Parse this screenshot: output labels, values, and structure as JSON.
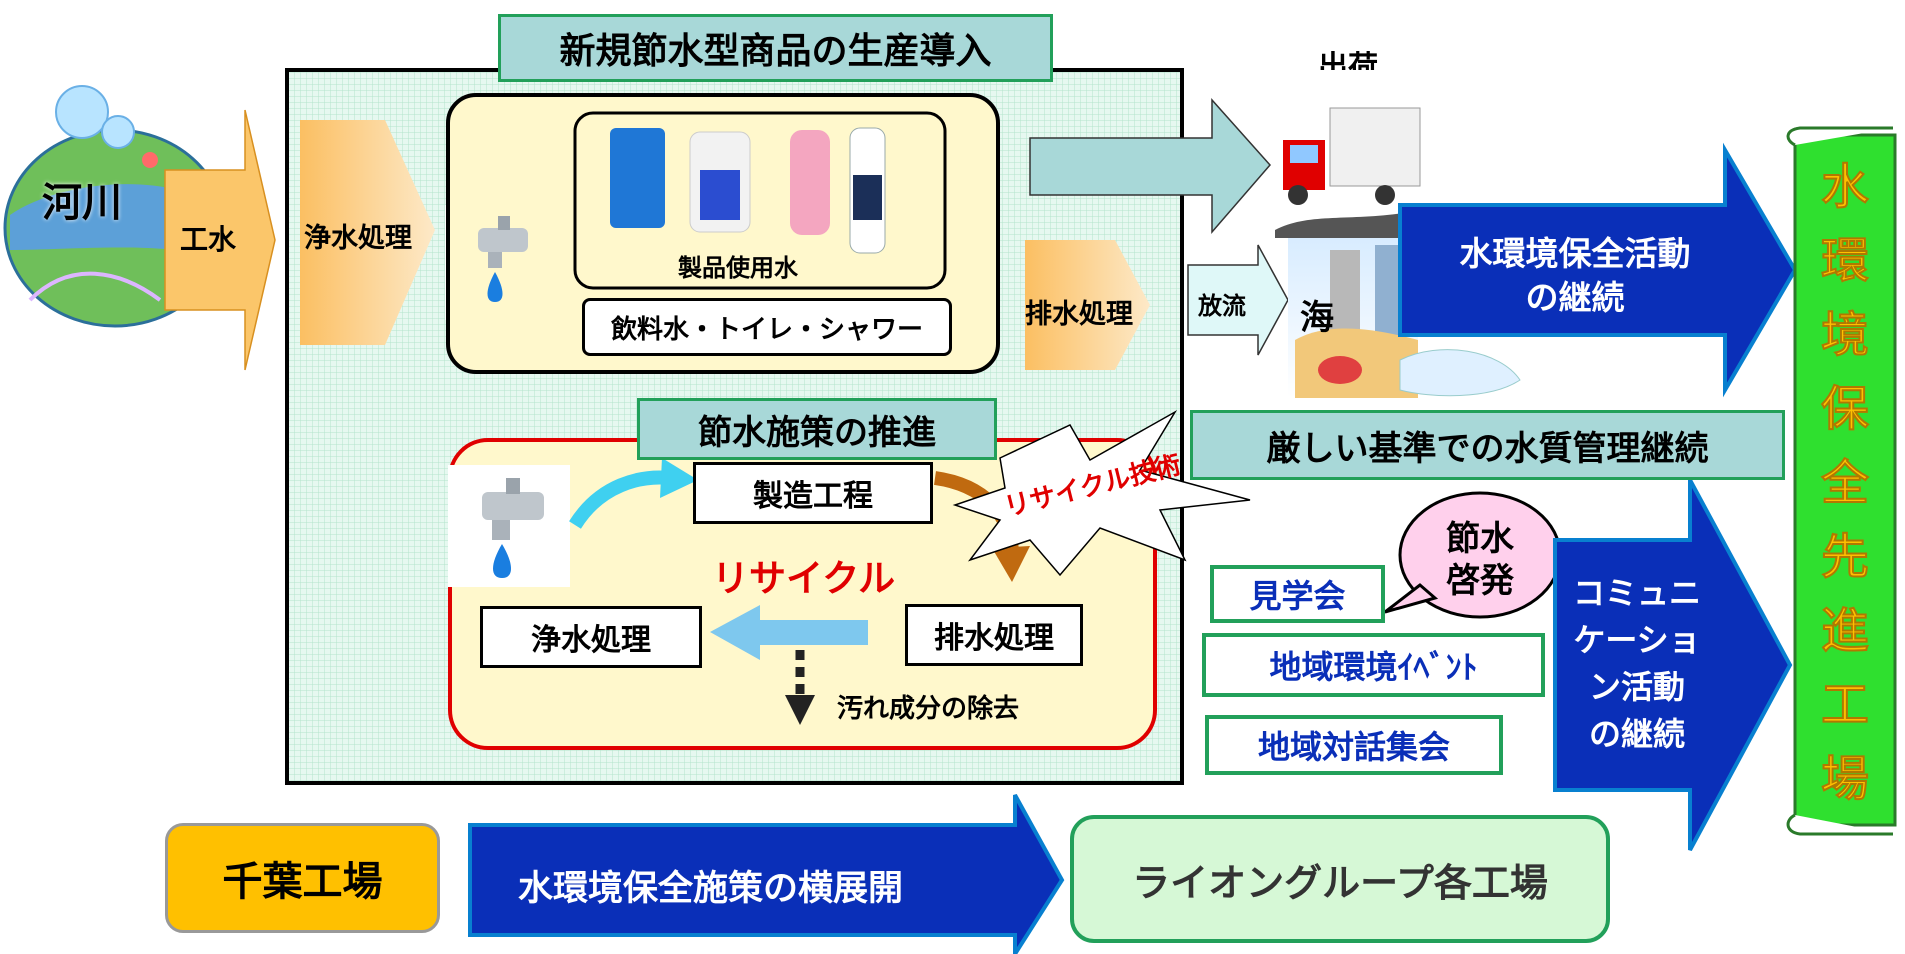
{
  "title_new_products": "新規節水型商品の生産導入",
  "river": "河川",
  "industrial_water": "工水",
  "purification_top": "浄水処理",
  "product_water": "製品使用水",
  "drinking_water": "飲料水・トイレ・シャワー",
  "drainage_treatment_top": "排水処理",
  "shipping": "出荷",
  "discharge": "放流",
  "sea": "海",
  "water_env_activity": [
    "水環境保全活動",
    "の継続"
  ],
  "strict_quality": "厳しい基準での水質管理継続",
  "water_saving_title": "節水施策の推進",
  "manufacturing": "製造工程",
  "recycle_tech": "リサイクル技術",
  "recycle": "リサイクル",
  "purification_bottom": "浄水処理",
  "drainage_treatment_bottom": "排水処理",
  "pollutant_removal": "汚れ成分の除去",
  "tour": "見学会",
  "regional_event": "地域環境ｲﾍﾞﾝﾄ",
  "regional_dialogue": "地域対話集会",
  "water_saving_awareness": [
    "節水",
    "啓発"
  ],
  "communication": [
    "コミュニ",
    "ケーショ",
    "ン活動",
    "の継続"
  ],
  "advanced_factory": [
    "水",
    "環",
    "境",
    "保",
    "全",
    "先",
    "進",
    "工",
    "場"
  ],
  "chiba_factory": "千葉工場",
  "horizontal_deployment": "水環境保全施策の横展開",
  "lion_group": "ライオングループ各工場",
  "colors": {
    "navy_arrow": "#0a2fb8",
    "green_border": "#22a05a",
    "green_final": "#2fe02f",
    "title_teal": "#a8d8d8",
    "cream": "#fff8cc",
    "orange": "#ffc000",
    "red": "#e00000",
    "light_blue_arrow": "#7ec8ee"
  }
}
